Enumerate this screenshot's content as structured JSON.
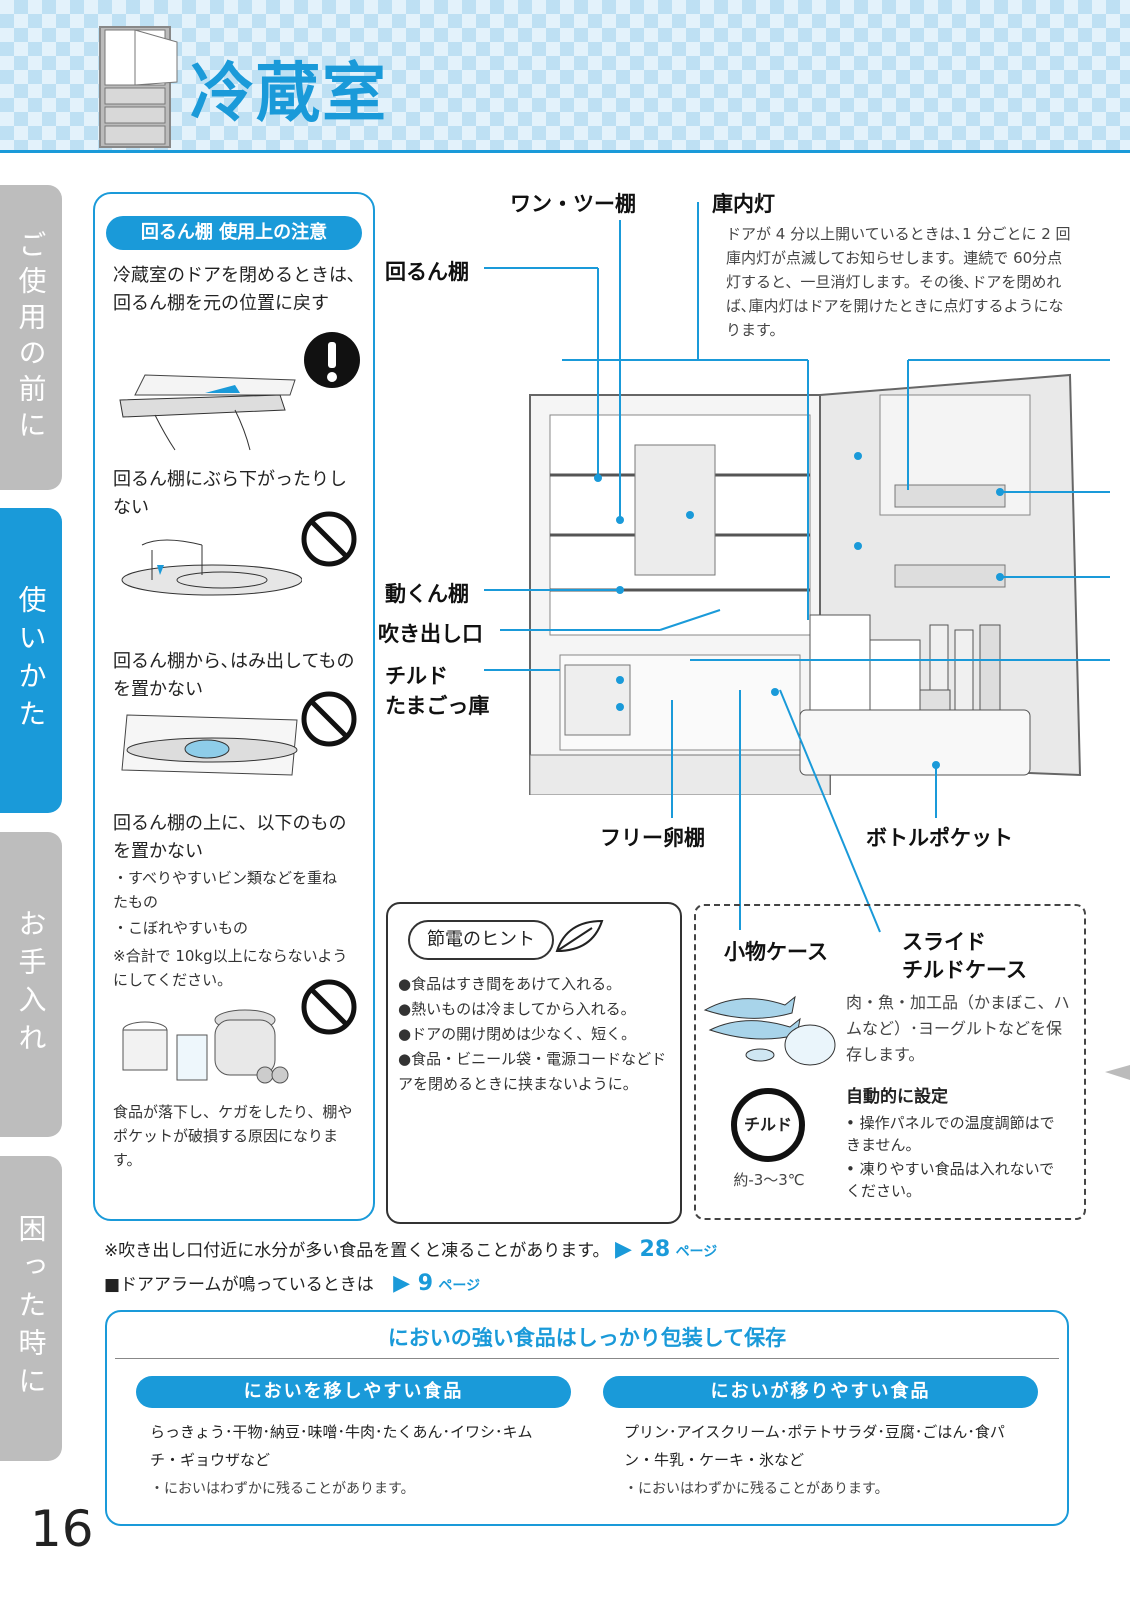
{
  "header": {
    "title": "冷蔵室"
  },
  "side_tabs": [
    {
      "label": "ご使用の前に",
      "active": false
    },
    {
      "label": "使いかた",
      "active": true
    },
    {
      "label": "お手入れ",
      "active": false
    },
    {
      "label": "困った時に",
      "active": false
    }
  ],
  "caution": {
    "heading": "回るん棚 使用上の注意",
    "item1": "冷蔵室のドアを閉めるときは､回るん棚を元の位置に戻す",
    "item2": "回るん棚にぶら下がったりしない",
    "item3": "回るん棚から､はみ出してものを置かない",
    "item4": "回るん棚の上に、以下のものを置かない",
    "bullet1": "・すべりやすいビン類などを重ねたもの",
    "bullet2": "・こぼれやすいもの",
    "note": "※合計で 10kg以上にならないようにしてください。",
    "footer": "食品が落下し、ケガをしたり、棚やポケットが破損する原因になります。"
  },
  "labels": {
    "one_two_shelf": "ワン・ツー棚",
    "interior_light": "庫内灯",
    "interior_light_desc": "ドアが 4 分以上開いているときは､1 分ごとに 2 回庫内灯が点滅してお知らせします。連続で 60分点灯すると、一旦消灯します。その後､ドアを閉めれば､庫内灯はドアを開けたときに点灯するようになります。",
    "rotating_shelf": "回るん棚",
    "moving_shelf": "動くん棚",
    "air_outlet": "吹き出し口",
    "chilled_egg_1": "チルド",
    "chilled_egg_2": "たまごっ庫",
    "free_egg_shelf": "フリー卵棚",
    "bottle_pocket": "ボトルポケット"
  },
  "hint": {
    "title": "節電のヒント",
    "items": [
      "●食品はすき間をあけて入れる。",
      "●熱いものは冷ましてから入れる。",
      "●ドアの開け閉めは少なく、短く。",
      "●食品・ビニール袋・電源コードなどドアを閉めるときに挟まないように。"
    ]
  },
  "slide_case": {
    "small_case": "小物ケース",
    "title_1": "スライド",
    "title_2": "チルドケース",
    "desc": "肉・魚・加工品（かまぼこ、ハムなど）･ヨーグルトなどを保存します。",
    "chilled_badge": "チルド",
    "temp": "約-3～3℃",
    "auto_title": "自動的に設定",
    "auto_items": [
      "• 操作パネルでの温度調節はできません。",
      "• 凍りやすい食品は入れないでください。"
    ]
  },
  "notes": {
    "freeze_note": "※吹き出し口付近に水分が多い食品を置くと凍ることがあります。",
    "freeze_ref": "▶ 28",
    "door_alarm": "■ドアアラームが鳴っているときは",
    "door_ref": "▶ 9",
    "page_word": "ページ"
  },
  "odor": {
    "title": "においの強い食品はしっかり包装して保存",
    "left_title": "においを移しやすい食品",
    "left_items": "らっきょう･干物･納豆･味噌･牛肉･たくあん･イワシ･キムチ・ギョウザなど",
    "left_note": "・においはわずかに残ることがあります。",
    "right_title": "においが移りやすい食品",
    "right_items": "プリン･アイスクリーム･ポテトサラダ･豆腐･ごはん･食パン・牛乳・ケーキ・氷など",
    "right_note": "・においはわずかに残ることがあります。"
  },
  "page_number": "16",
  "colors": {
    "accent": "#1a9ad9",
    "tab_grey": "#bdbdbd"
  }
}
